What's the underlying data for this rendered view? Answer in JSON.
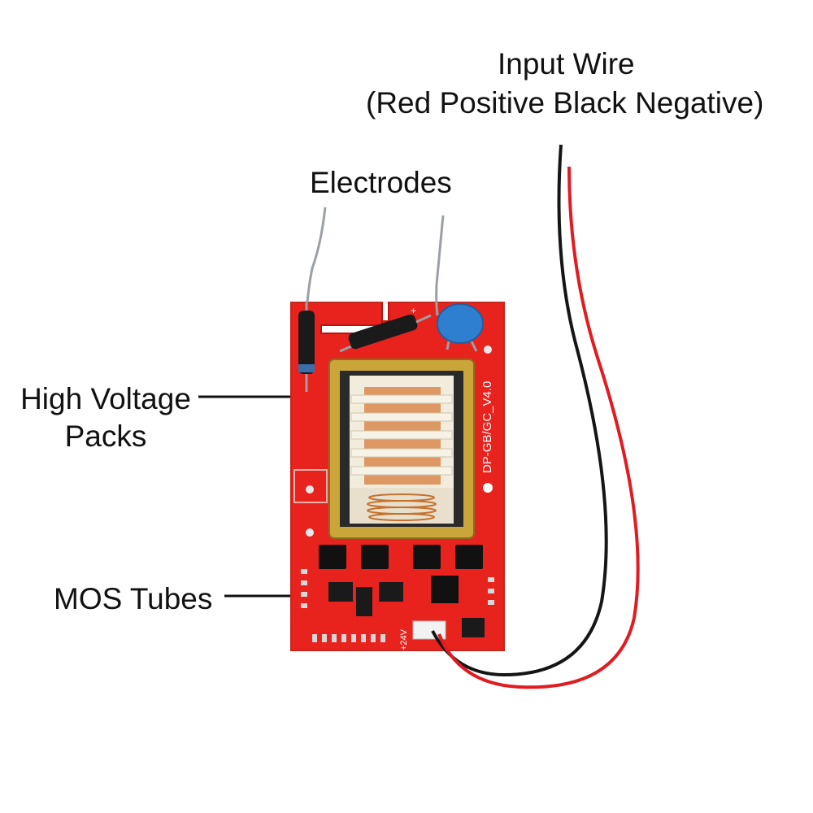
{
  "labels": {
    "input_wire_line1": "Input Wire",
    "input_wire_line2": "(Red Positive Black Negative)",
    "electrodes": "Electrodes",
    "high_voltage_line1": "High Voltage",
    "high_voltage_line2": "Packs",
    "mos_tubes": "MOS Tubes"
  },
  "board": {
    "silkscreen_model": "DP-GB/GC_V4.0",
    "silkscreen_voltage": "+24V",
    "silkscreen_plus": "+"
  },
  "colors": {
    "pcb": "#e8231e",
    "pcb_dark": "#c41a15",
    "wire_red": "#e01b22",
    "wire_black": "#151515",
    "capacitor": "#2f7fd0",
    "copper": "#d98a4e",
    "core": "#2a2a2a"
  }
}
